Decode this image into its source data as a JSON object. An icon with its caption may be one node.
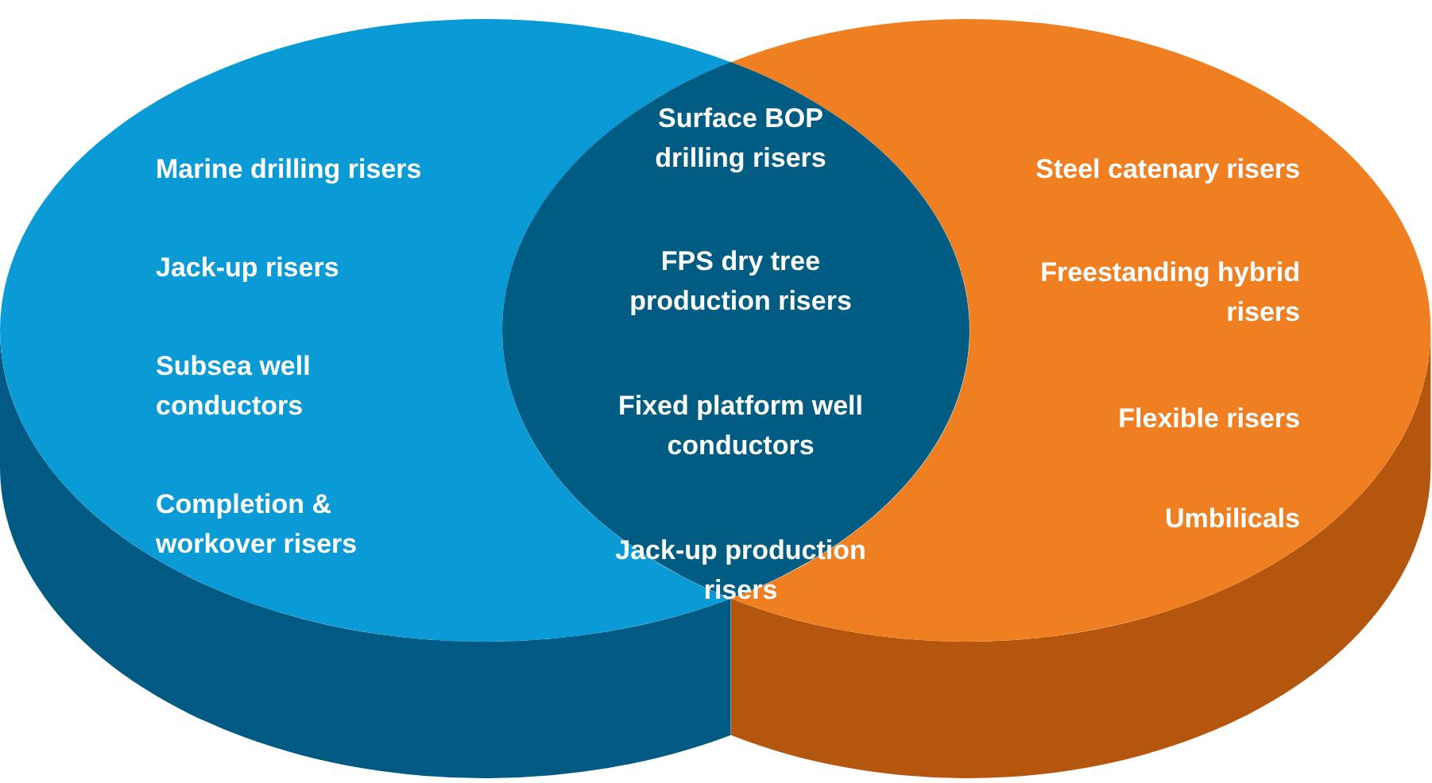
{
  "diagram": {
    "nodes": [
      {
        "text": [
          "Marine drilling risers",
          "Jack-up risers",
          "Subsea well conductors",
          "Completion & workover risers"
        ]
      },
      {
        "text": [
          "Steel catenary risers",
          "Freestanding hybrid risers",
          "Flexible risers",
          "Umbilicals"
        ]
      },
      {
        "text": [
          "Surface BOP drilling risers",
          "FPS dry tree production risers",
          "Fixed platform well conductors",
          "Jack-up production risers"
        ]
      }
    ]
  }
}
